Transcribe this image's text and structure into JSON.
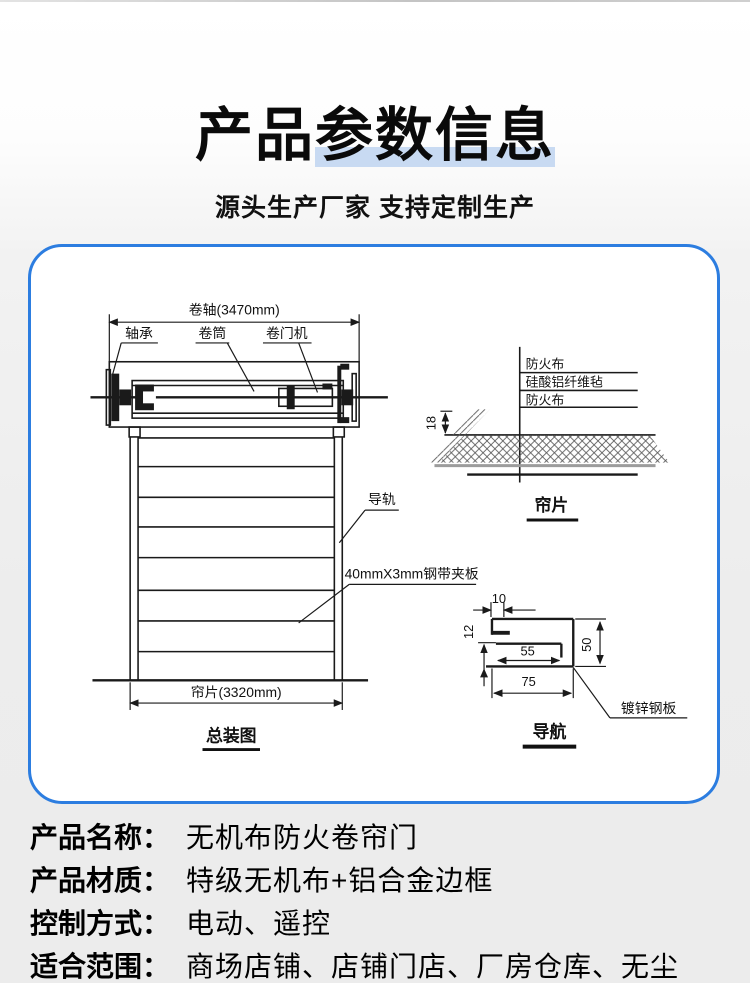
{
  "page": {
    "title": "产品参数信息",
    "subtitle": "源头生产厂家 支持定制生产"
  },
  "colors": {
    "accent_border": "#2c7de0",
    "title_highlight": "#c8daf2"
  },
  "diagram": {
    "assembly": {
      "dim_top": "卷轴(3470mm)",
      "label_bearing": "轴承",
      "label_drum": "卷筒",
      "label_motor": "卷门机",
      "label_rail": "导轨",
      "label_steel_clip": "40mmX3mm钢带夹板",
      "dim_bottom": "帘片(3320mm)",
      "caption": "总装图"
    },
    "curtain_section": {
      "layer1": "防火布",
      "layer2": "硅酸铝纤维毡",
      "layer3": "防火布",
      "dim_thickness": "18",
      "caption": "帘片"
    },
    "rail_profile": {
      "dim_width_top": "10",
      "dim_lip": "12",
      "dim_inner": "55",
      "dim_bottom": "75",
      "dim_height": "50",
      "label_material": "镀锌钢板",
      "caption": "导航"
    }
  },
  "specs": {
    "rows": [
      {
        "label": "产品名称：",
        "value": "无机布防火卷帘门"
      },
      {
        "label": "产品材质：",
        "value": "特级无机布+铝合金边框"
      },
      {
        "label": "控制方式：",
        "value": "电动、遥控"
      },
      {
        "label": "适合范围：",
        "value": "商场店铺、店铺门店、厂房仓库、无尘"
      }
    ]
  }
}
